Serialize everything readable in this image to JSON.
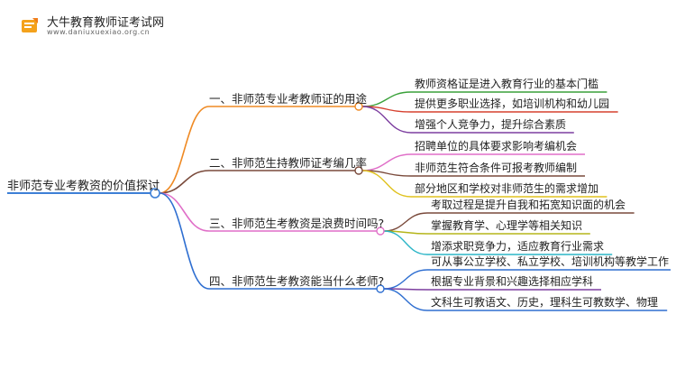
{
  "header": {
    "site_name": "大牛教育教师证考试网",
    "site_url": "www.daniuxuexiao.org.cn",
    "logo_icon": "book-icon"
  },
  "mindmap": {
    "root": "非师范专业考教资的价值探讨",
    "colors": {
      "root": "#3d7fd6",
      "branches": [
        "#ef8a24",
        "#7a4a3b",
        "#e06fc8",
        "#2f6fd1"
      ],
      "leaves": [
        [
          "#3aa13a",
          "#d6402e",
          "#7d3fa0"
        ],
        [
          "#e06fc8",
          "#7a4a3b",
          "#e0c21f"
        ],
        [
          "#7a4a3b",
          "#b5b51a",
          "#2bb5c7"
        ],
        [
          "#2f6fd1",
          "#7d3fa0",
          "#2f6fd1"
        ]
      ]
    },
    "branches": [
      {
        "label": "一、非师范专业考教师证的用途",
        "children": [
          "教师资格证是进入教育行业的基本门槛",
          "提供更多职业选择，如培训机构和幼儿园",
          "增强个人竞争力，提升综合素质"
        ]
      },
      {
        "label": "二、非师范生持教师证考编几率",
        "children": [
          "招聘单位的具体要求影响考编机会",
          "非师范生符合条件可报考教师编制",
          "部分地区和学校对非师范生的需求增加"
        ]
      },
      {
        "label": "三、非师范生考教资是浪费时间吗?",
        "children": [
          "考取过程是提升自我和拓宽知识面的机会",
          "掌握教育学、心理学等相关知识",
          "增添求职竞争力，适应教育行业需求"
        ]
      },
      {
        "label": "四、非师范生考教资能当什么老师?",
        "children": [
          "可从事公立学校、私立学校、培训机构等教学工作",
          "根据专业背景和兴趣选择相应学科",
          "文科生可教语文、历史，理科生可教数学、物理"
        ]
      }
    ]
  }
}
